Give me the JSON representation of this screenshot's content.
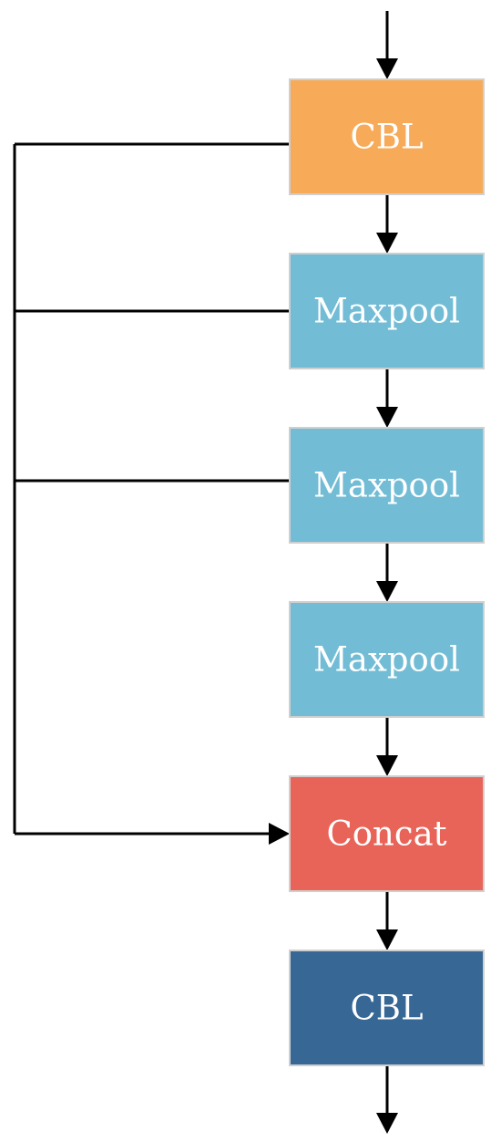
{
  "diagram": {
    "blocks": [
      {
        "id": "cbl-1",
        "label": "CBL",
        "color": "#f7ab59"
      },
      {
        "id": "maxpool-1",
        "label": "Maxpool",
        "color": "#72bcd5"
      },
      {
        "id": "maxpool-2",
        "label": "Maxpool",
        "color": "#72bcd5"
      },
      {
        "id": "maxpool-3",
        "label": "Maxpool",
        "color": "#72bcd5"
      },
      {
        "id": "concat",
        "label": "Concat",
        "color": "#e96458"
      },
      {
        "id": "cbl-2",
        "label": "CBL",
        "color": "#376795"
      }
    ],
    "edges": [
      {
        "from": "input",
        "to": "cbl-1"
      },
      {
        "from": "cbl-1",
        "to": "maxpool-1"
      },
      {
        "from": "maxpool-1",
        "to": "maxpool-2"
      },
      {
        "from": "maxpool-2",
        "to": "maxpool-3"
      },
      {
        "from": "maxpool-3",
        "to": "concat"
      },
      {
        "from": "concat",
        "to": "cbl-2"
      },
      {
        "from": "cbl-2",
        "to": "output"
      }
    ],
    "skip_connections": [
      {
        "from": "cbl-1",
        "to": "concat"
      },
      {
        "from": "maxpool-1",
        "to": "concat"
      },
      {
        "from": "maxpool-2",
        "to": "concat"
      }
    ]
  }
}
